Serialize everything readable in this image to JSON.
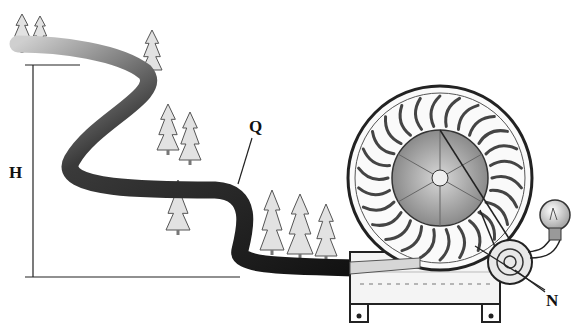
{
  "diagram": {
    "labels": [
      "H",
      "Q",
      "N"
    ]
  }
}
